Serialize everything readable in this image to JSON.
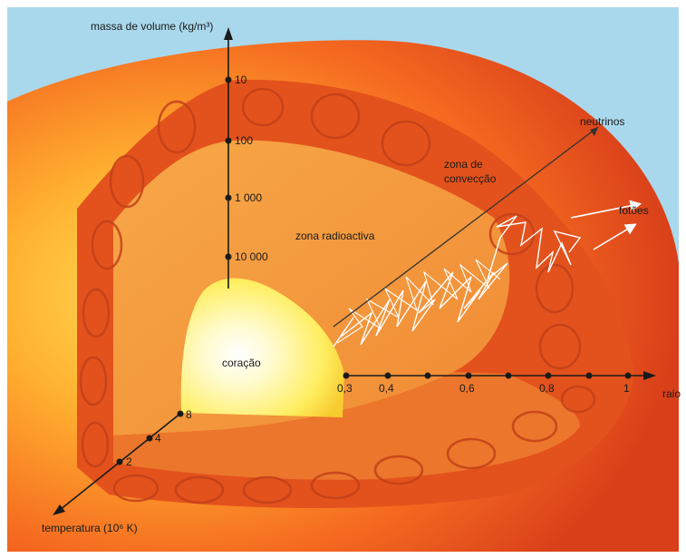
{
  "labels": {
    "y_axis": "massa de volume (kg/m³)",
    "x_axis": "raio",
    "z_axis": "temperatura (10⁶ K)",
    "neutrinos": "neutrinos",
    "fotoes": "fotões",
    "convection_line1": "zona de",
    "convection_line2": "convecção",
    "radiative": "zona radioactiva",
    "core": "coração"
  },
  "density_ticks": [
    "10",
    "100",
    "1 000",
    "10 000"
  ],
  "radius_ticks": [
    "0,3",
    "0,4",
    "0,6",
    "0,8",
    "1"
  ],
  "temperature_ticks": [
    "2",
    "4",
    "8"
  ],
  "colors": {
    "background": "#a9d8ec",
    "outer": "#ee5a1e",
    "convection": "#e4501c",
    "radiative": "#f29a3e",
    "core": "#fff480"
  }
}
